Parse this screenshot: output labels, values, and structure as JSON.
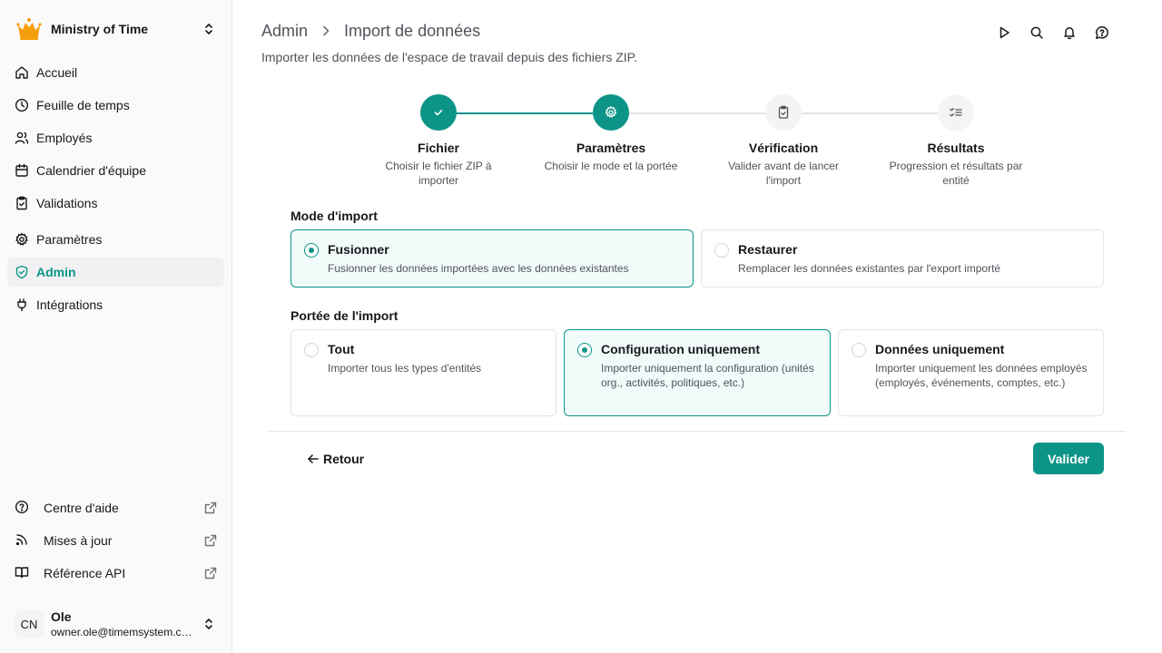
{
  "colors": {
    "accent": "#0d9488",
    "text": "#18181b",
    "muted": "#52525b",
    "border": "#e4e4e7"
  },
  "brand": {
    "name": "Ministry of Time",
    "logo_icon": "crown-icon"
  },
  "nav": {
    "items": [
      {
        "label": "Accueil",
        "icon": "home-icon"
      },
      {
        "label": "Feuille de temps",
        "icon": "clock-icon"
      },
      {
        "label": "Employés",
        "icon": "users-icon"
      },
      {
        "label": "Calendrier d'équipe",
        "icon": "calendar-icon"
      },
      {
        "label": "Validations",
        "icon": "clipboard-check-icon"
      },
      {
        "label": "Paramètres",
        "icon": "gear-icon"
      },
      {
        "label": "Admin",
        "icon": "shield-check-icon",
        "active": true
      },
      {
        "label": "Intégrations",
        "icon": "plug-icon"
      }
    ]
  },
  "footer_links": [
    {
      "label": "Centre d'aide",
      "icon": "help-circle-icon"
    },
    {
      "label": "Mises à jour",
      "icon": "rss-icon"
    },
    {
      "label": "Référence API",
      "icon": "book-icon"
    }
  ],
  "user": {
    "initials": "CN",
    "name": "Ole",
    "email": "owner.ole@timemsystem.com"
  },
  "header": {
    "breadcrumb": [
      "Admin",
      "Import de données"
    ],
    "subtitle": "Importer les données de l'espace de travail depuis des fichiers ZIP.",
    "icons": [
      "play-icon",
      "search-icon",
      "bell-icon",
      "help-chat-icon"
    ]
  },
  "stepper": {
    "steps": [
      {
        "title": "Fichier",
        "desc": "Choisir le fichier ZIP à importer",
        "state": "done"
      },
      {
        "title": "Paramètres",
        "desc": "Choisir le mode et la portée",
        "state": "current"
      },
      {
        "title": "Vérification",
        "desc": "Valider avant de lancer l'import",
        "state": "todo"
      },
      {
        "title": "Résultats",
        "desc": "Progression et résultats par entité",
        "state": "todo"
      }
    ]
  },
  "import_mode": {
    "label": "Mode d'import",
    "options": [
      {
        "title": "Fusionner",
        "desc": "Fusionner les données importées avec les données existantes",
        "selected": true
      },
      {
        "title": "Restaurer",
        "desc": "Remplacer les données existantes par l'export importé",
        "selected": false
      }
    ]
  },
  "import_scope": {
    "label": "Portée de l'import",
    "options": [
      {
        "title": "Tout",
        "desc": "Importer tous les types d'entités",
        "selected": false
      },
      {
        "title": "Configuration uniquement",
        "desc": "Importer uniquement la configuration (unités org., activités, politiques, etc.)",
        "selected": true
      },
      {
        "title": "Données uniquement",
        "desc": "Importer uniquement les données employés (employés, événements, comptes, etc.)",
        "selected": false
      }
    ]
  },
  "actions": {
    "back_label": "Retour",
    "submit_label": "Valider"
  }
}
